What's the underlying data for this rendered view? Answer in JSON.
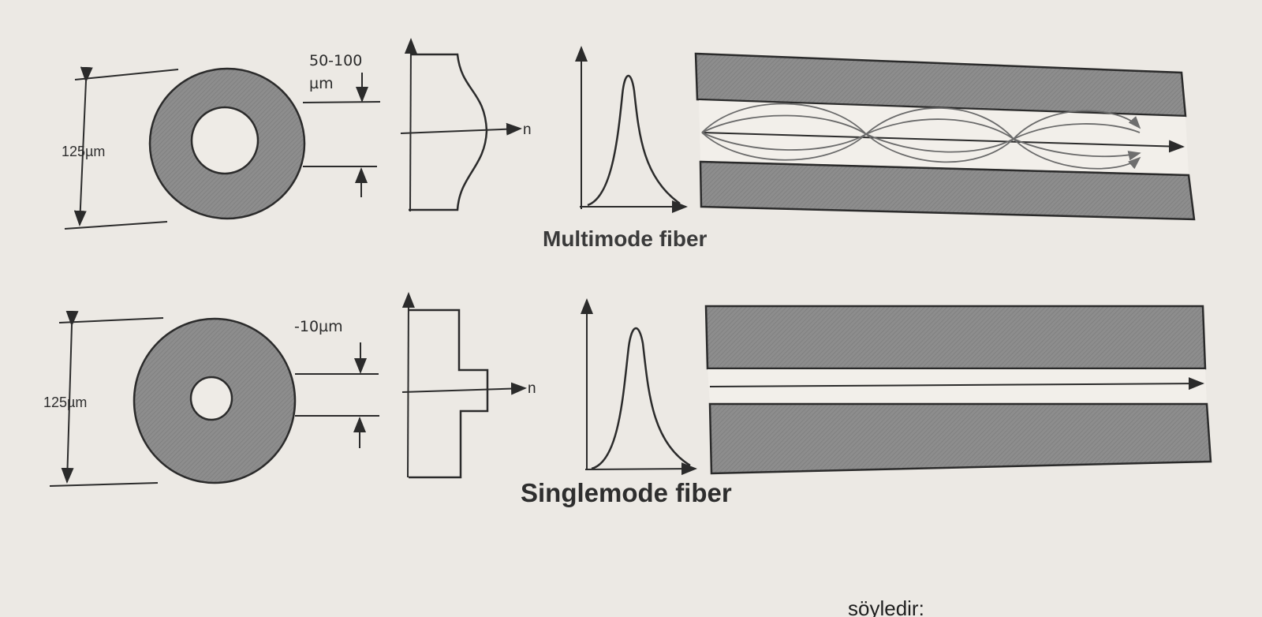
{
  "multimode": {
    "cladding_diameter": "125µm",
    "core_diameter_line1": "50-100",
    "core_diameter_line2": "µm",
    "index_axis": "n",
    "caption": "Multimode fiber"
  },
  "singlemode": {
    "cladding_diameter": "125µm",
    "core_diameter": "-10µm",
    "index_axis": "n",
    "caption": "Singlemode fiber"
  },
  "footer_text": "söyledir:",
  "colors": {
    "paper": "#ece9e4",
    "cladding": "#8e8e8e",
    "ink": "#2b2b2b"
  }
}
